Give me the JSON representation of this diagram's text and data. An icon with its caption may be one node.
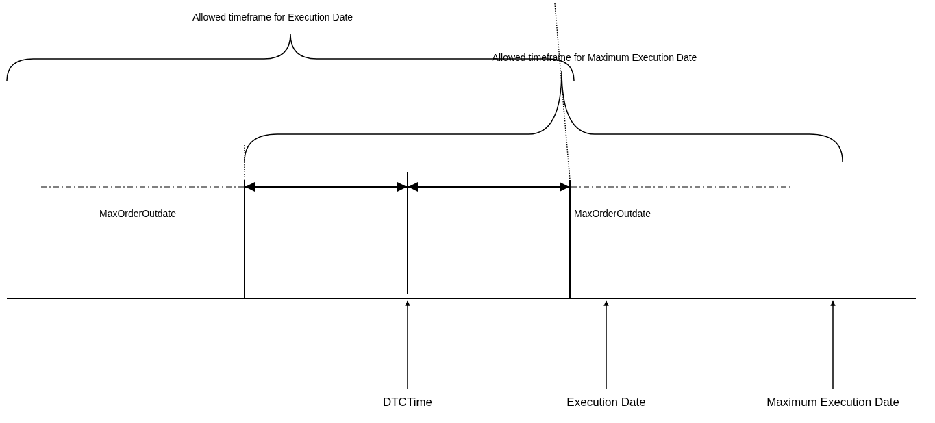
{
  "diagram": {
    "nodes": [
      {
        "text": [
          "DTCTime"
        ]
      },
      {
        "text": [
          "Execution Date"
        ]
      },
      {
        "text": [
          "Maximum Execution Date"
        ]
      }
    ],
    "edges": [
      {
        "from": 0,
        "to": null,
        "arrow": "to"
      },
      {
        "from": 1,
        "to": null,
        "arrow": "to"
      },
      {
        "from": 2,
        "to": null,
        "arrow": "to"
      }
    ],
    "labels": [
      "Allowed timeframe for Execution Date",
      "Allowed timeframe for Maximum Execution Date",
      "MaxOrderOutdate",
      "MaxOrderOutdate"
    ]
  }
}
